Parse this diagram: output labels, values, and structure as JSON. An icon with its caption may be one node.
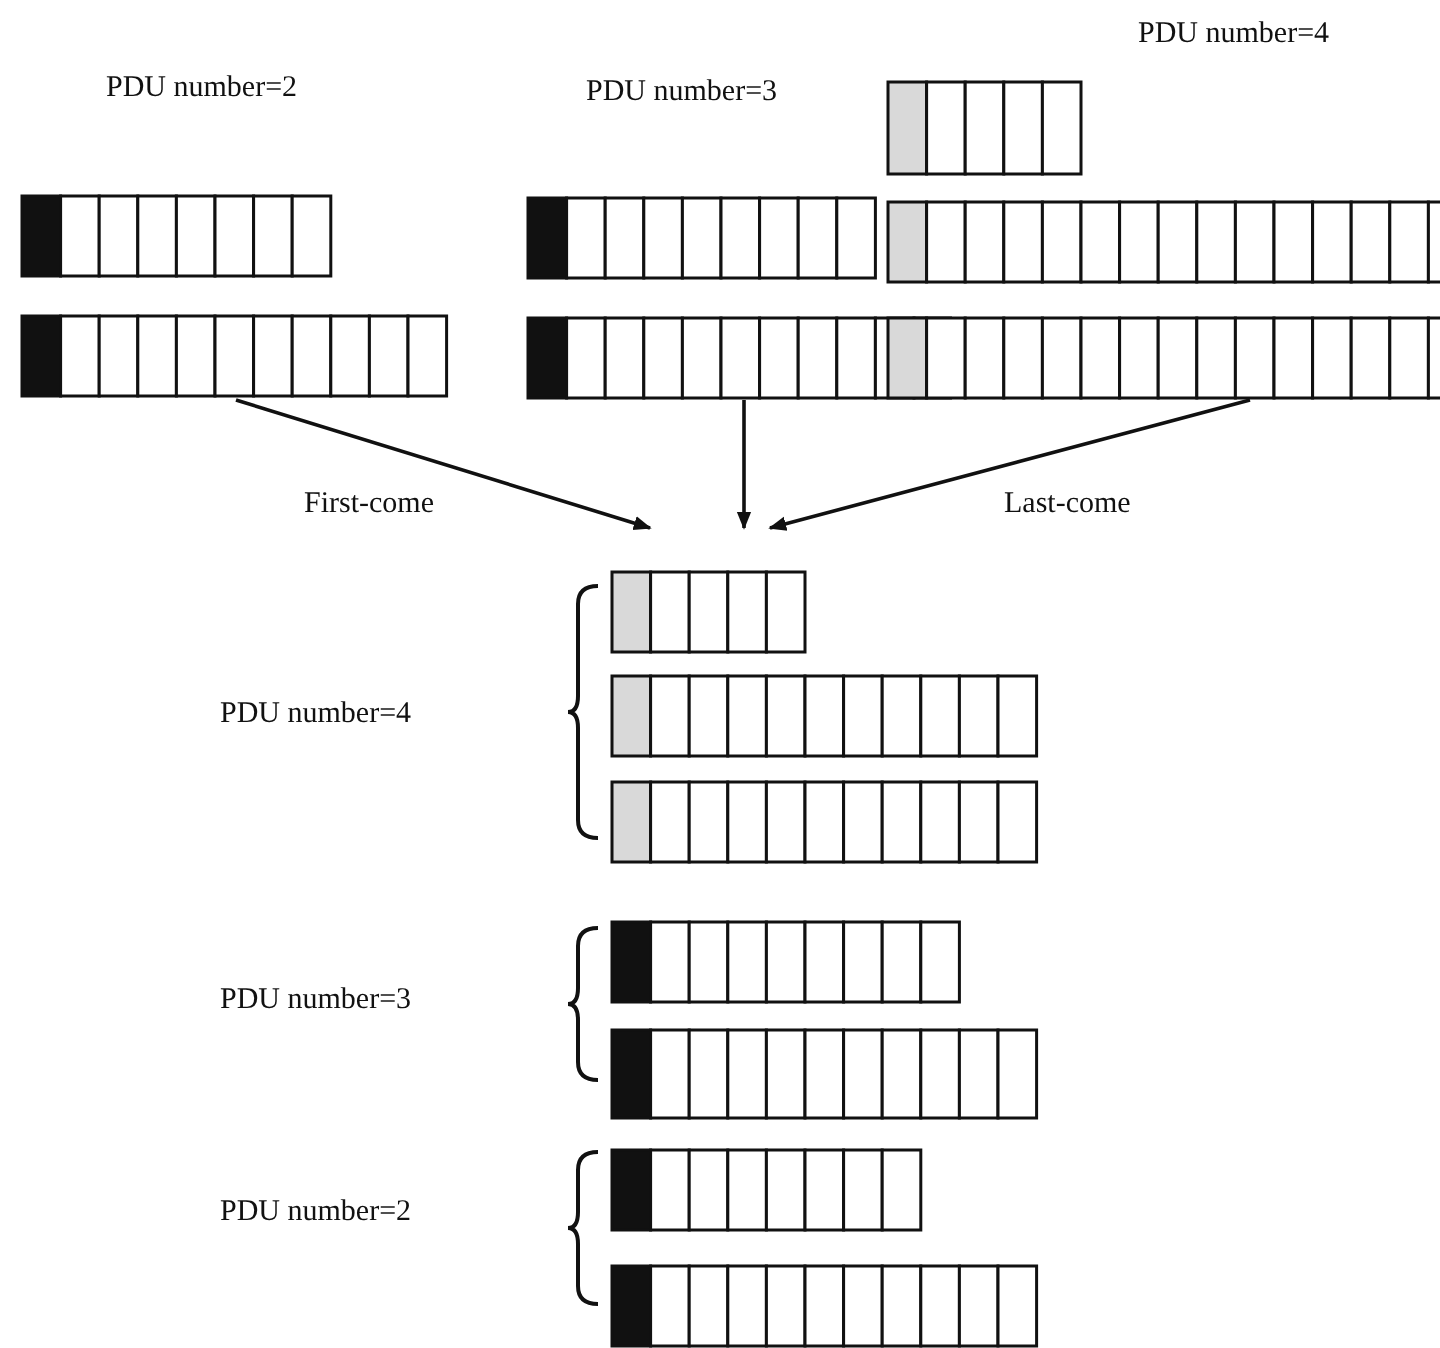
{
  "diagram": {
    "nodes": [
      {
        "text": [
          "PDU number=2"
        ]
      },
      {
        "text": [
          "PDU number=3"
        ]
      },
      {
        "text": [
          "PDU number=4"
        ]
      },
      {
        "text": [
          "PDU number=4"
        ]
      },
      {
        "text": [
          "PDU number=3"
        ]
      },
      {
        "text": [
          "PDU number=2"
        ]
      }
    ],
    "edges": [
      {
        "from": 0,
        "to": 3,
        "arrow": "to",
        "label": "First-come"
      },
      {
        "from": 1,
        "to": 3,
        "arrow": "to"
      },
      {
        "from": 2,
        "to": 3,
        "arrow": "to",
        "label": "Last-come"
      }
    ]
  }
}
